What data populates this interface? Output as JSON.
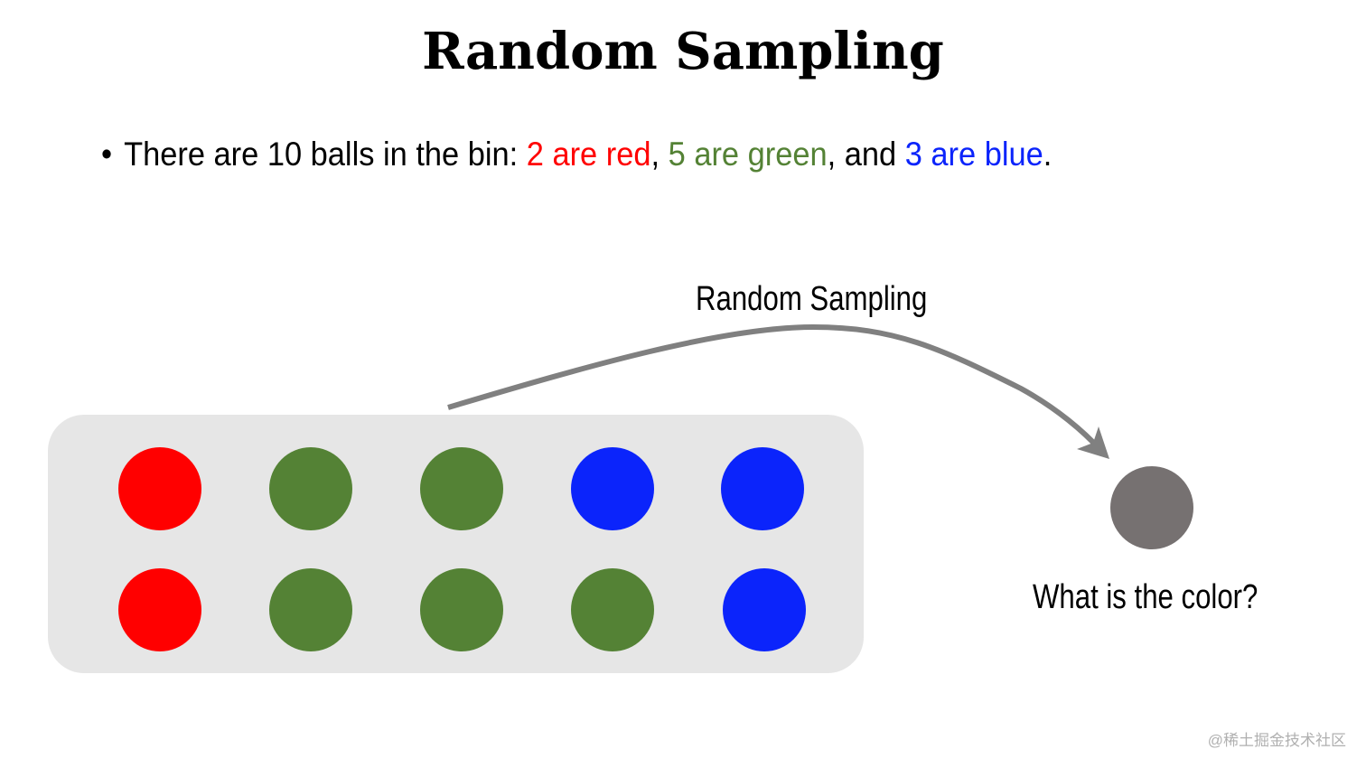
{
  "slide": {
    "title": "Random Sampling",
    "bullet": {
      "marker": "•",
      "segments": [
        {
          "text": "There are 10 balls in the bin: ",
          "color": "#000000"
        },
        {
          "text": "2 are red",
          "color": "#ff0000"
        },
        {
          "text": ", ",
          "color": "#000000"
        },
        {
          "text": "5 are green",
          "color": "#548235"
        },
        {
          "text": ", and ",
          "color": "#000000"
        },
        {
          "text": "3 are blue",
          "color": "#0b24fb"
        },
        {
          "text": ".",
          "color": "#000000"
        }
      ]
    },
    "bin": {
      "background": "#e6e6e6",
      "rows": [
        [
          "red",
          "green",
          "green",
          "blue",
          "blue"
        ],
        [
          "red",
          "green",
          "green",
          "green",
          "blue"
        ]
      ],
      "colors": {
        "red": "#ff0000",
        "green": "#548235",
        "blue": "#0b24fb"
      }
    },
    "arrow": {
      "label": "Random Sampling",
      "color": "#808080"
    },
    "sampled_ball": {
      "color": "#767171",
      "caption": "What is the color?"
    },
    "watermark": "@稀土掘金技术社区"
  }
}
